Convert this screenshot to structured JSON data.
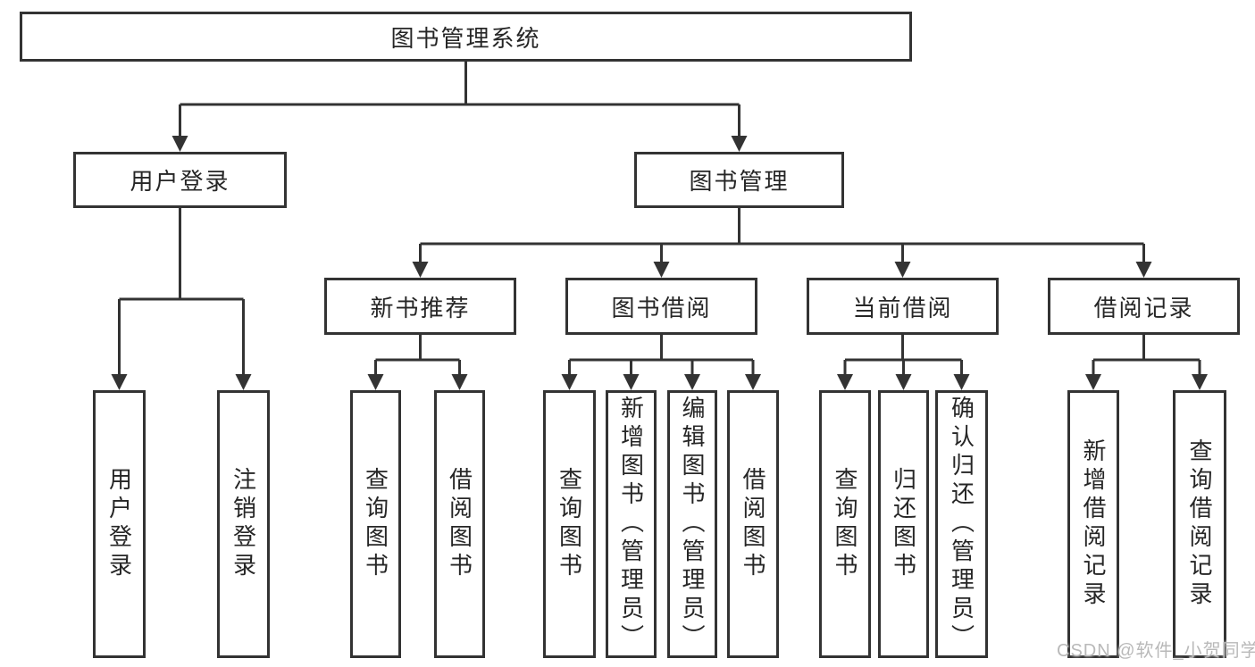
{
  "diagram": {
    "root": {
      "label": "图书管理系统"
    },
    "branches": [
      {
        "label": "用户登录",
        "children": [
          {
            "label": "用户登录"
          },
          {
            "label": "注销登录"
          }
        ]
      },
      {
        "label": "图书管理",
        "children": [
          {
            "label": "新书推荐",
            "children": [
              {
                "label": "查询图书"
              },
              {
                "label": "借阅图书"
              }
            ]
          },
          {
            "label": "图书借阅",
            "children": [
              {
                "label": "查询图书"
              },
              {
                "label": "新增图书（管理员）"
              },
              {
                "label": "编辑图书（管理员）"
              },
              {
                "label": "借阅图书"
              }
            ]
          },
          {
            "label": "当前借阅",
            "children": [
              {
                "label": "查询图书"
              },
              {
                "label": "归还图书"
              },
              {
                "label": "确认归还（管理员）"
              }
            ]
          },
          {
            "label": "借阅记录",
            "children": [
              {
                "label": "新增借阅记录"
              },
              {
                "label": "查询借阅记录"
              }
            ]
          }
        ]
      }
    ]
  },
  "colors": {
    "line": "#333333",
    "text": "#262626",
    "background": "#ffffff",
    "watermark": "#b9b9b9"
  },
  "watermark": {
    "text": "CSDN @软件_小贺同学"
  }
}
